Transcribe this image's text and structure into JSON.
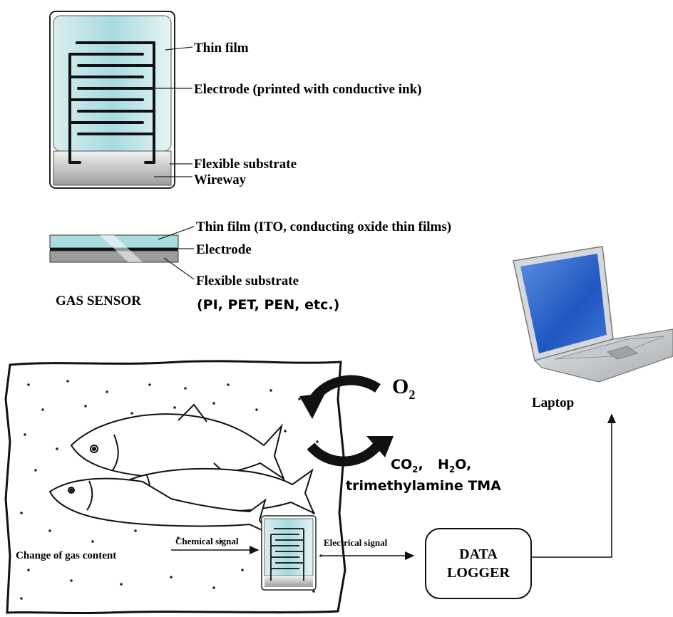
{
  "sensor_top": {
    "thin_film": "Thin film",
    "electrode": "Electrode (printed with conductive ink)",
    "flexible_substrate": "Flexible substrate",
    "wireway": "Wireway"
  },
  "sensor_cross_section": {
    "thin_film": "Thin film (ITO, conducting oxide thin films)",
    "electrode": "Electrode",
    "flexible_substrate": "Flexible substrate",
    "substrate_examples": "(PI, PET, PEN, etc.)",
    "caption": "GAS SENSOR"
  },
  "exchange": {
    "o2_main": "O",
    "o2_sub": "2",
    "co2_main": "CO",
    "co2_sub": "2",
    "co2_sep": ",",
    "h2o_h": "H",
    "h2o_sub": "2",
    "h2o_o": "O,",
    "tma": "trimethylamine TMA"
  },
  "flow": {
    "change_of_gas": "Change of gas content",
    "chemical_signal": "Chemical signal",
    "electrical_signal": "Electrical signal",
    "logger_line1": "DATA",
    "logger_line2": "LOGGER",
    "laptop": "Laptop"
  },
  "colors": {
    "film": "#bfe4e6",
    "ink": "#111111",
    "substrate": "#9a9a9a",
    "screen": "#2b63c8"
  }
}
